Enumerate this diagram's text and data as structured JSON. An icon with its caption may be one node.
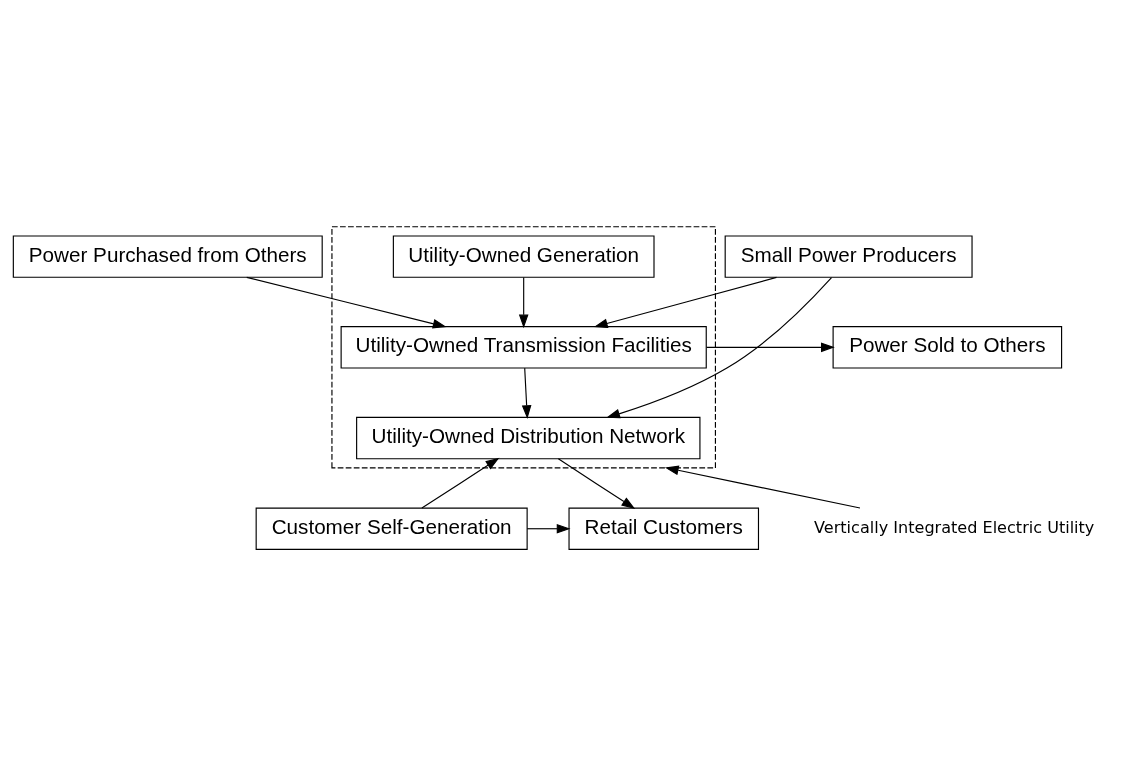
{
  "diagram": {
    "nodes": [
      {
        "text": [
          "Power Purchased from Others"
        ]
      },
      {
        "text": [],
        "shape": "box"
      },
      {
        "text": [
          "Utility-Owned Generation"
        ],
        "in": 1
      },
      {
        "text": [
          "Small Power Producers"
        ]
      },
      {
        "text": [
          "Utility-Owned Transmission Facilities"
        ],
        "in": 1
      },
      {
        "text": [
          "Power Sold to Others"
        ]
      },
      {
        "text": [
          "Utility-Owned Distribution Network"
        ],
        "in": 1
      },
      {
        "text": [
          "Customer Self-Generation"
        ]
      },
      {
        "text": [
          "Retail Customers"
        ]
      },
      {
        "text": [
          "Vertically Integrated Electric Utility"
        ]
      }
    ],
    "edges": [
      {
        "from": 2,
        "to": 4,
        "arrow": "to"
      },
      {
        "from": 3,
        "to": 4,
        "arrow": "to"
      },
      {
        "from": 0,
        "to": 4,
        "arrow": "to"
      },
      {
        "from": 4,
        "to": 5,
        "arrow": "to"
      },
      {
        "from": 4,
        "to": 6,
        "arrow": "to"
      },
      {
        "from": 3,
        "to": 6,
        "arrow": "to"
      },
      {
        "from": 7,
        "to": 6,
        "arrow": "to"
      },
      {
        "from": 6,
        "to": 8,
        "arrow": "to"
      },
      {
        "from": 7,
        "to": 8,
        "arrow": "to"
      },
      {
        "from": 9,
        "to": 1,
        "arrow": "to"
      }
    ]
  }
}
